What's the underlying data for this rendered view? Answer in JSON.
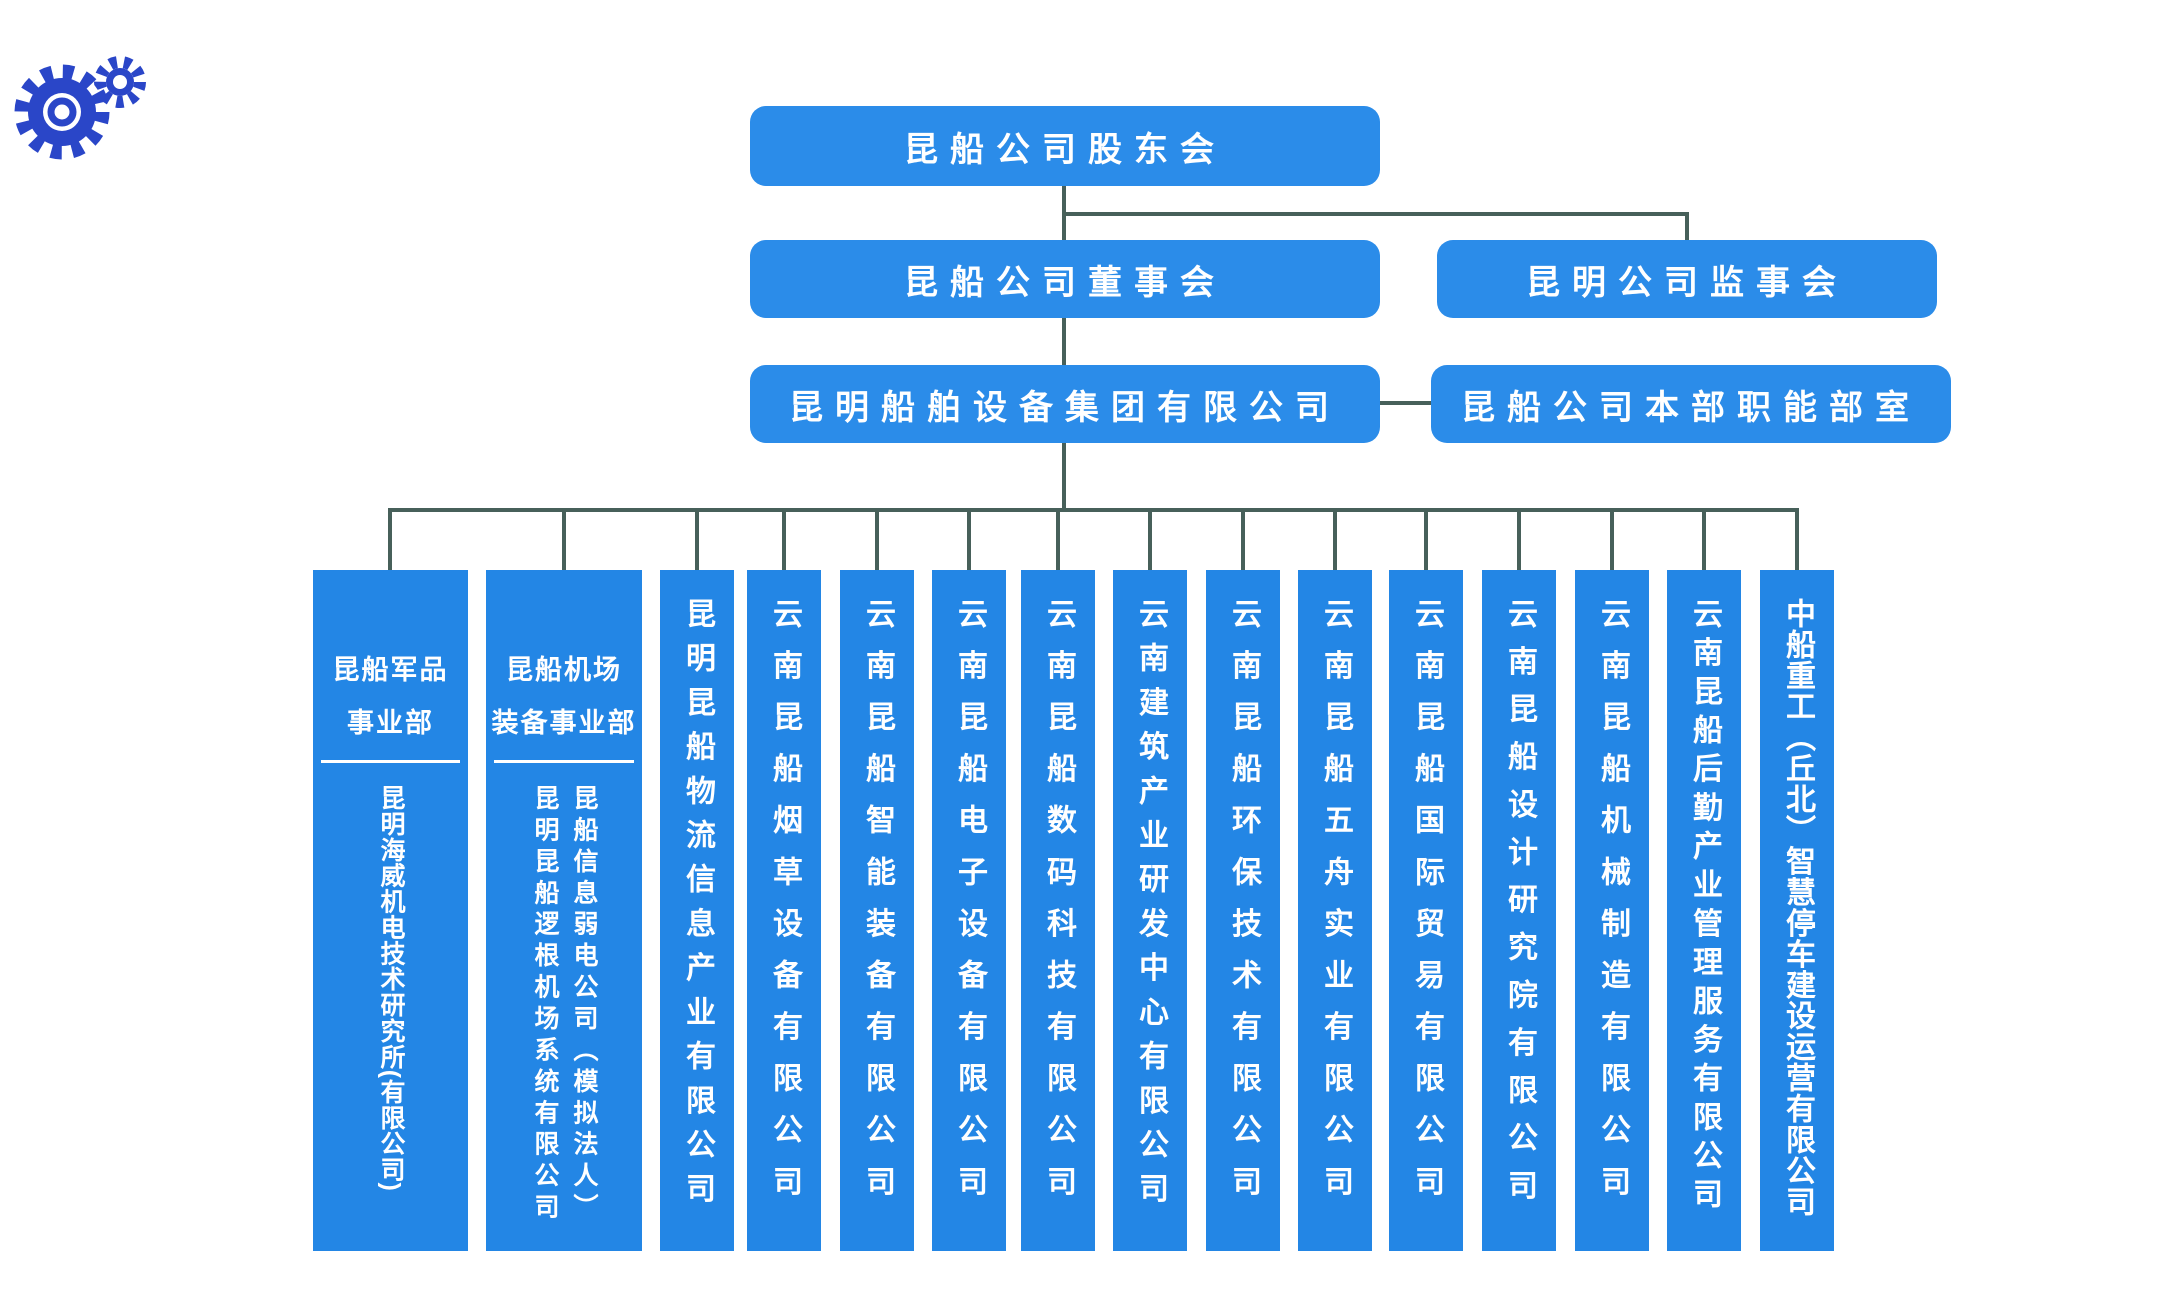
{
  "colors": {
    "node_blue": "#2b8ce9",
    "column_blue": "#2386e5",
    "connector": "#47605a",
    "logo_blue": "#2a46c8",
    "text": "#ffffff",
    "background": "#ffffff"
  },
  "logo": {
    "icon": "gears-icon"
  },
  "top_nodes": {
    "shareholders": "昆船公司股东会",
    "board": "昆船公司董事会",
    "supervisory": "昆明公司监事会",
    "group": "昆明船舶设备集团有限公司",
    "hq_departments": "昆船公司本部职能部室"
  },
  "divisions": [
    {
      "header_line1": "昆船军品",
      "header_line2": "事业部",
      "companies": [
        "昆明海威机电技术研究所(有限公司)"
      ]
    },
    {
      "header_line1": "昆船机场",
      "header_line2": "装备事业部",
      "companies": [
        "昆明昆船逻根机场系统有限公司",
        "昆船信息弱电公司（模拟法人）"
      ]
    }
  ],
  "subsidiaries": [
    "昆明昆船物流信息产业有限公司",
    "云南昆船烟草设备有限公司",
    "云南昆船智能装备有限公司",
    "云南昆船电子设备有限公司",
    "云南昆船数码科技有限公司",
    "云南建筑产业研发中心有限公司",
    "云南昆船环保技术有限公司",
    "云南昆船五舟实业有限公司",
    "云南昆船国际贸易有限公司",
    "云南昆船设计研究院有限公司",
    "云南昆船机械制造有限公司",
    "云南昆船后勤产业管理服务有限公司",
    "中船重工（丘北）智慧停车建设运营有限公司"
  ]
}
